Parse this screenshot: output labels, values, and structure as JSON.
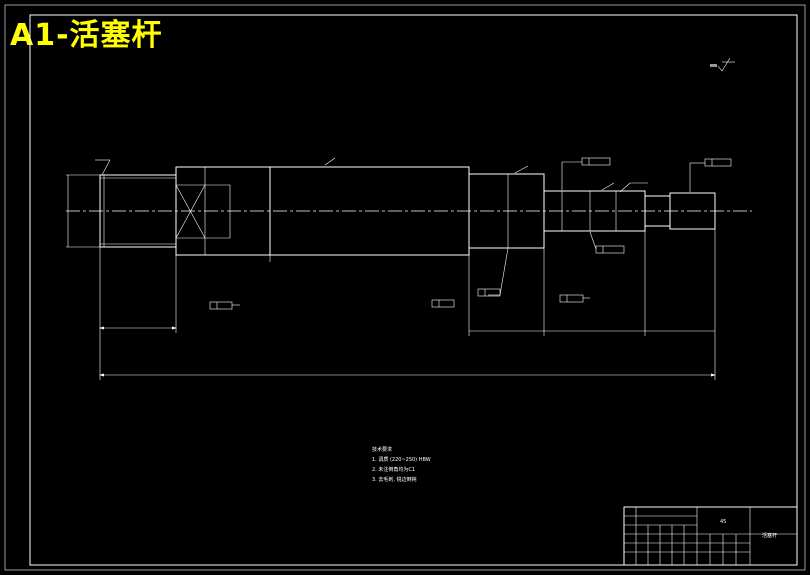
{
  "drawing": {
    "title": "A1-活塞杆"
  },
  "tech_requirements": {
    "heading": "技术要求",
    "items": [
      "1. 调质 (220~250) HBW",
      "2. 未注倒角均为C1",
      "3. 去毛刺, 锐边倒钝"
    ]
  },
  "title_block": {
    "material": "45",
    "part_name": "活塞杆"
  }
}
